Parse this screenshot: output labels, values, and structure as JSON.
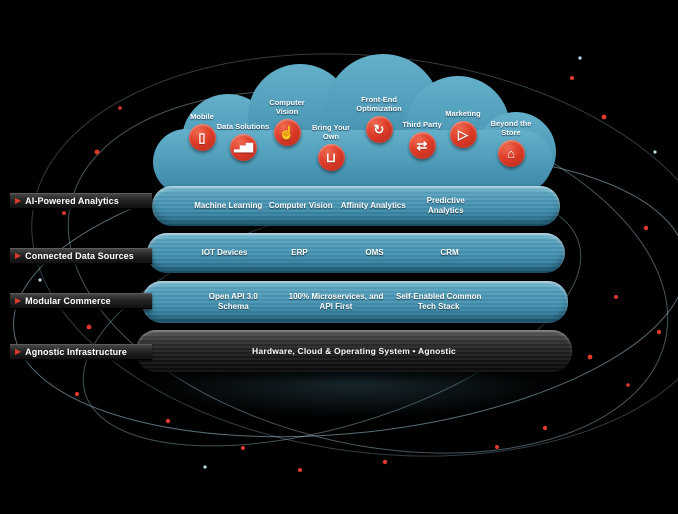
{
  "colors": {
    "accent_red": "#d93a2b",
    "cloud_blue": "#4d9dbb",
    "orbit_blue": "#aedae8",
    "background": "#000000"
  },
  "tags": {
    "pointer_glyph": "▶"
  },
  "cloud": {
    "icons": [
      {
        "name": "mobile-icon",
        "label": "Mobile",
        "glyph": "▯"
      },
      {
        "name": "data-solutions-icon",
        "label": "Data Solutions",
        "glyph": "▂▅▇"
      },
      {
        "name": "computer-vision-icon",
        "label": "Computer Vision",
        "glyph": "☝"
      },
      {
        "name": "bring-your-own-icon",
        "label": "Bring Your Own",
        "glyph": "⊔"
      },
      {
        "name": "front-end-optimization-icon",
        "label": "Front-End Optimization",
        "glyph": "↻"
      },
      {
        "name": "third-party-icon",
        "label": "Third Party",
        "glyph": "⇄"
      },
      {
        "name": "marketing-icon",
        "label": "Marketing",
        "glyph": "▷"
      },
      {
        "name": "beyond-the-store-icon",
        "label": "Beyond the Store",
        "glyph": "⌂"
      }
    ]
  },
  "layers": [
    {
      "tag": "AI-Powered Analytics",
      "items": [
        "Machine Learning",
        "Computer Vision",
        "Affinity Analytics",
        "Predictive Analytics"
      ]
    },
    {
      "tag": "Connected Data Sources",
      "items": [
        "IOT Devices",
        "ERP",
        "OMS",
        "CRM"
      ]
    },
    {
      "tag": "Modular Commerce",
      "items": [
        "Open API 3.0 Schema",
        "100% Microservices, and API First",
        "Self-Enabled Common Tech Stack"
      ]
    },
    {
      "tag": "Agnostic Infrastructure",
      "items": [
        "Hardware, Cloud & Operating System   •   Agnostic"
      ]
    }
  ]
}
